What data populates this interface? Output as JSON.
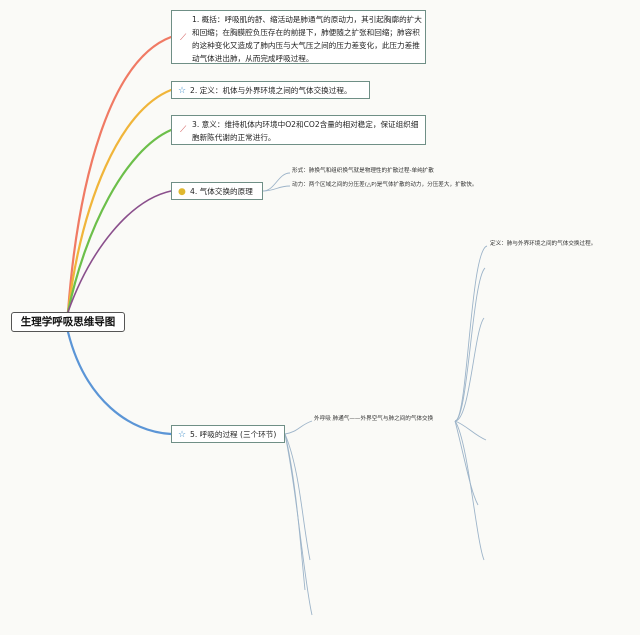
{
  "root": {
    "label": "生理学呼吸思维导图"
  },
  "branches": [
    {
      "id": "summary",
      "icon": "link-icon",
      "text": "1. 概括：呼吸肌的舒、缩活动是肺通气的原动力，其引起胸廓的扩大和回缩；在胸膜腔负压存在的前提下，肺便随之扩张和回缩；肺容积的这种变化又造成了肺内压与大气压之间的压力差变化，此压力差推动气体进出肺，从而完成呼吸过程。",
      "color": "#f07a64"
    },
    {
      "id": "definition",
      "icon": "star-icon",
      "text": "2. 定义：机体与外界环境之间的气体交换过程。",
      "color": "#f0b53a"
    },
    {
      "id": "meaning",
      "icon": "link-icon",
      "text": "3. 意义：维持机体内环境中O2和CO2含量的相对稳定，保证组织细胞新陈代谢的正常进行。",
      "color": "#6cbf4a"
    },
    {
      "id": "gas-exchange",
      "icon": "lightbulb-icon",
      "text": "4. 气体交换的原理",
      "color": "#8a4f8c",
      "children": [
        "形式：肺换气和组织换气就是物理性的扩散过程-单纯扩散",
        "动力：两个区域之间的分压差(△P)是气体扩散的动力，分压差大，扩散快。"
      ]
    },
    {
      "id": "process",
      "icon": "star-icon",
      "text": "5. 呼吸的过程 (三个环节)",
      "color": "#5b95d6",
      "children": [
        {
          "text": "外呼吸 肺通气——外界空气与肺之间的气体交换",
          "children": [
            "定义：肺与外界环境之间的气体交换过程。"
          ]
        }
      ]
    }
  ],
  "colors": {
    "node_border": "#6f8f86",
    "root_border": "#555555",
    "sub_line": "#9db4c9",
    "background": "#fafaf7"
  }
}
